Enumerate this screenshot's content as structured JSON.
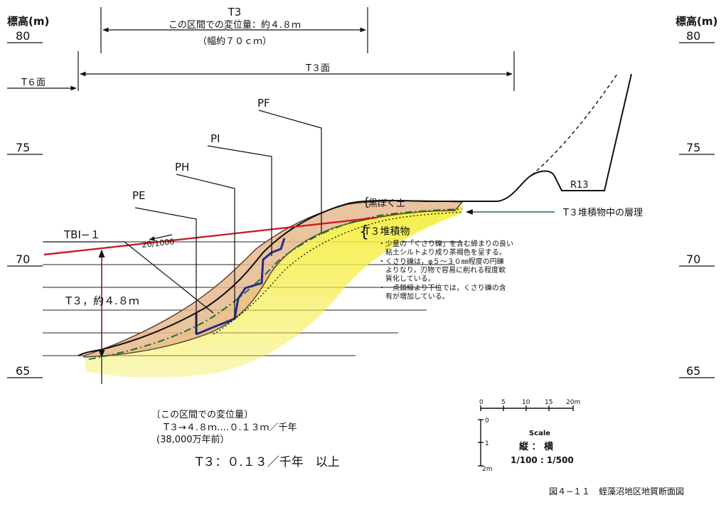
{
  "axis": {
    "unit_label": "標高(m)",
    "ticks": [
      "80",
      "75",
      "70",
      "65"
    ]
  },
  "span_top": {
    "label": "T3",
    "line1": "この区間での変位量：約４.８ｍ",
    "line2": "（幅約７０ｃｍ）"
  },
  "surface_labels": {
    "t6": "T６面",
    "t3": "T３面"
  },
  "pits": [
    "PE",
    "PH",
    "PI",
    "PF"
  ],
  "borehole": {
    "name": "TBⅠ−１",
    "slope": "20/1000",
    "displacement": "T３，約４.８ｍ"
  },
  "layers": {
    "kurobokudo": "黒ぼく土",
    "t3_deposit": "T３堆積物",
    "bedding": "T３堆積物中の層理"
  },
  "notes": [
    "・少量の「くさり礫」を含む締まりの良い",
    "　粘土シルトより成り茶褐色を呈する。",
    "・くさり礫は，φ５〜３０㎜程度の円礫",
    "　よりなり，刃物で容易に削れる程度軟",
    "　質化している。",
    "・一点鎖線より下位では，くさり礫の含",
    "　有が増加している。"
  ],
  "road": "R13",
  "summary": {
    "title": "〔この区間での変位量〕",
    "rate_line": "T３→４.８ｍ‥‥０.１３ｍ／千年",
    "age_line": "(38,000万年前）",
    "result": "T３：０.１３／千年　以上"
  },
  "scale": {
    "h_ticks": [
      "0",
      "5",
      "10",
      "15",
      "20m"
    ],
    "v_ticks": [
      "0",
      "1",
      "2m"
    ],
    "label": "Scale",
    "ratio_title": "縦 ： 横",
    "ratio": "1/100 : 1/500"
  },
  "caption": "図４−１１　蛭藻沼地区地質断面図",
  "colors": {
    "deposit_fill": "#e6b98e",
    "sand_fill": "#f2ea3a",
    "fault_red": "#c81c2a",
    "fault_blue": "#1e2f86",
    "bedding_green": "#1f6f3a",
    "ink": "#111111"
  }
}
